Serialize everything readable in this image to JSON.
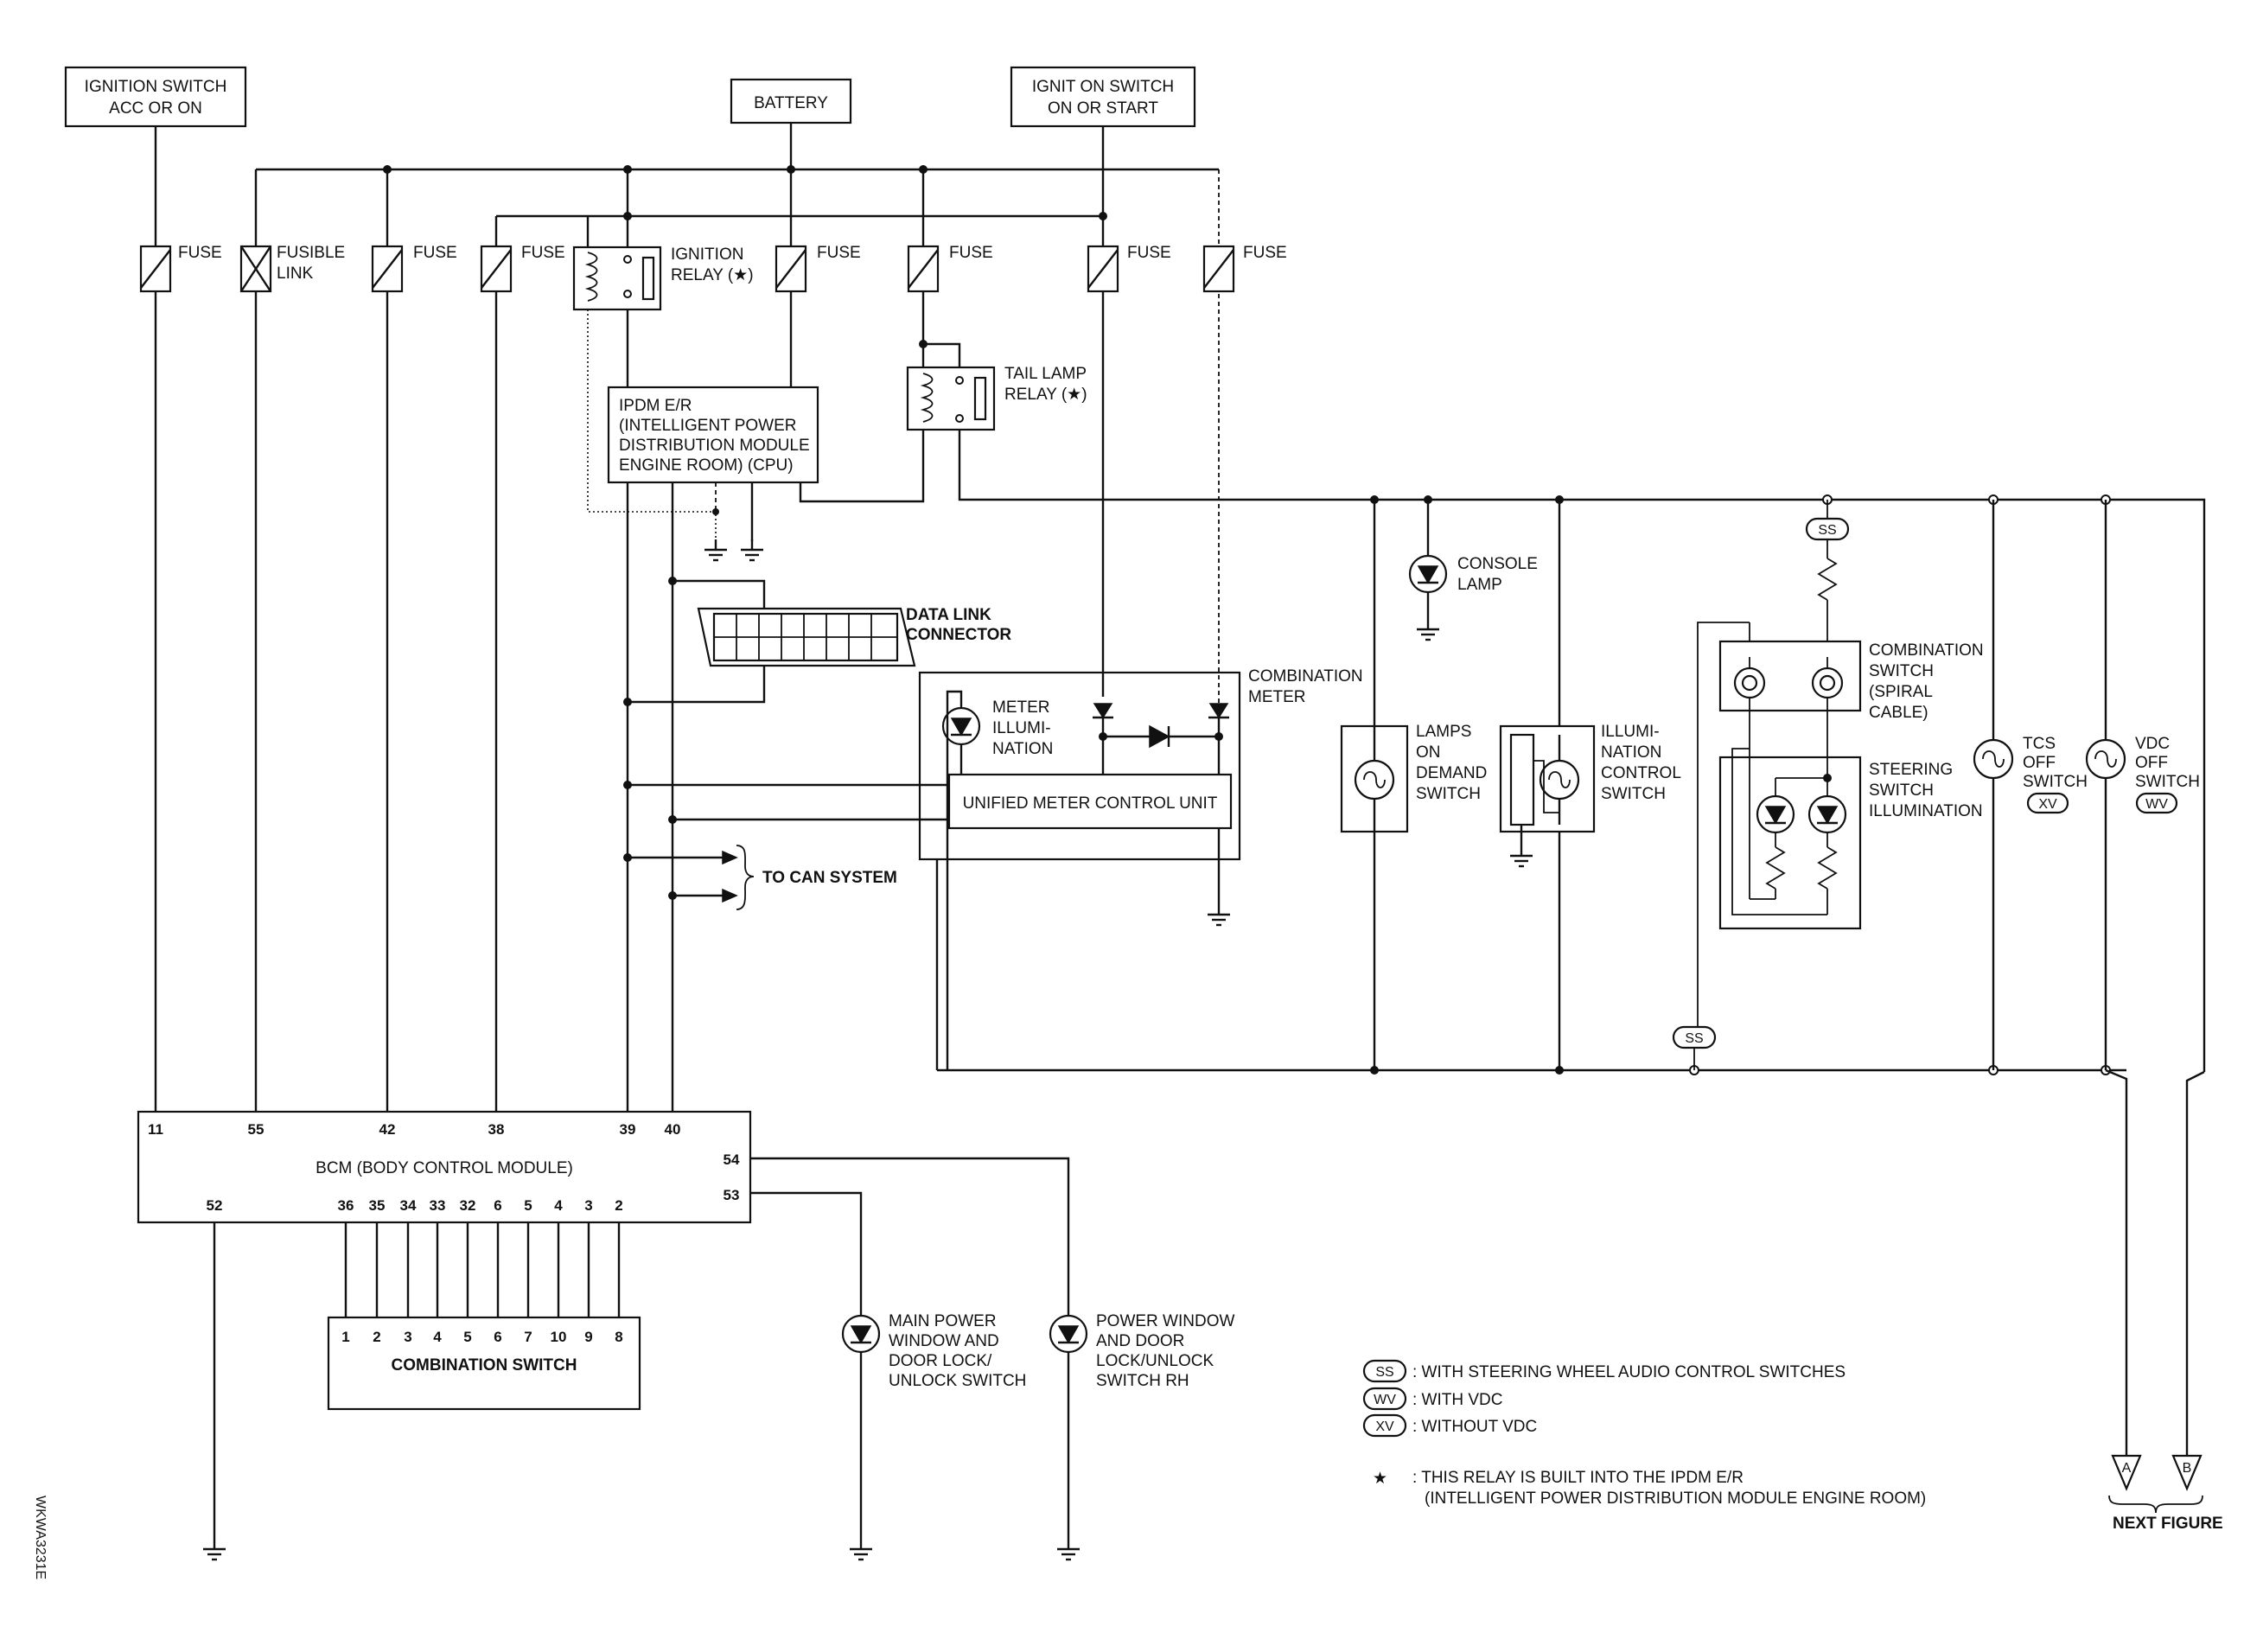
{
  "labels": {
    "ign_acc": [
      "IGNITION SWITCH",
      "ACC OR ON"
    ],
    "battery": "BATTERY",
    "ign_on": [
      "IGNIT ON SWITCH",
      "ON OR START"
    ],
    "fuse": "FUSE",
    "fusible_link": [
      "FUSIBLE",
      "LINK"
    ],
    "ignition_relay": [
      "IGNITION",
      "RELAY (★)"
    ],
    "tail_lamp_relay": [
      "TAIL LAMP",
      "RELAY (★)"
    ],
    "ipdm": [
      "IPDM E/R",
      "(INTELLIGENT POWER",
      "DISTRIBUTION MODULE",
      "ENGINE ROOM) (CPU)"
    ],
    "data_link": [
      "DATA LINK",
      "CONNECTOR"
    ],
    "combination_meter": [
      "COMBINATION",
      "METER"
    ],
    "meter_illumination": [
      "METER",
      "ILLUMI-",
      "NATION"
    ],
    "unified_meter": "UNIFIED METER CONTROL UNIT",
    "to_can": "TO CAN SYSTEM",
    "console_lamp": [
      "CONSOLE",
      "LAMP"
    ],
    "lamps_on_demand": [
      "LAMPS",
      "ON",
      "DEMAND",
      "SWITCH"
    ],
    "illumination_control": [
      "ILLUMI-",
      "NATION",
      "CONTROL",
      "SWITCH"
    ],
    "combination_switch_spiral": [
      "COMBINATION",
      "SWITCH",
      "(SPIRAL",
      "CABLE)"
    ],
    "steering_illumination": [
      "STEERING",
      "SWITCH",
      "ILLUMINATION"
    ],
    "tcs_off": [
      "TCS",
      "OFF",
      "SWITCH"
    ],
    "vdc_off": [
      "VDC",
      "OFF",
      "SWITCH"
    ],
    "bcm": "BCM (BODY CONTROL MODULE)",
    "combination_switch": "COMBINATION SWITCH",
    "main_power_window": [
      "MAIN POWER",
      "WINDOW AND",
      "DOOR LOCK/",
      "UNLOCK SWITCH"
    ],
    "power_window_rh": [
      "POWER WINDOW",
      "AND DOOR",
      "LOCK/UNLOCK",
      "SWITCH RH"
    ],
    "next_figure": "NEXT FIGURE",
    "conn_a": "A",
    "conn_b": "B",
    "figure_id": "WKWA3231E"
  },
  "codes": {
    "ss": "SS",
    "wv": "WV",
    "xv": "XV"
  },
  "legend": [
    {
      "code": "SS",
      "text": ": WITH STEERING WHEEL AUDIO CONTROL SWITCHES"
    },
    {
      "code": "WV",
      "text": ": WITH VDC"
    },
    {
      "code": "XV",
      "text": ": WITHOUT VDC"
    }
  ],
  "note": {
    "mark": "★",
    "lines": [
      ": THIS RELAY IS BUILT INTO THE IPDM E/R",
      "(INTELLIGENT POWER DISTRIBUTION MODULE ENGINE ROOM)"
    ]
  },
  "bcm_pins_top": [
    "11",
    "55",
    "42",
    "38",
    "39",
    "40"
  ],
  "bcm_pins_right": [
    "54",
    "53"
  ],
  "bcm_pins_bottom": [
    "52",
    "36",
    "35",
    "34",
    "33",
    "32",
    "6",
    "5",
    "4",
    "3",
    "2"
  ],
  "combination_switch_pins": [
    "1",
    "2",
    "3",
    "4",
    "5",
    "6",
    "7",
    "10",
    "9",
    "8"
  ]
}
